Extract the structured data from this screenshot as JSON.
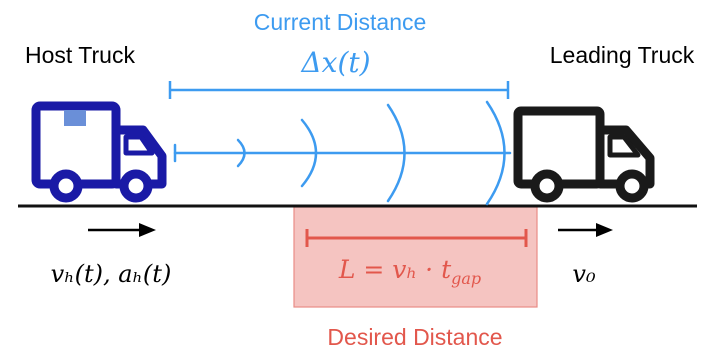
{
  "labels": {
    "host_truck": "Host Truck",
    "leading_truck": "Leading Truck",
    "current_distance": "Current Distance",
    "desired_distance": "Desired Distance"
  },
  "math": {
    "delta_x": "Δx(t)",
    "desired_formula": "L = vₕ · t",
    "gap_subscript": "gap",
    "host_state": "vₕ(t), aₕ(t)",
    "leading_speed": "v₀"
  },
  "colors": {
    "host_truck": "#1a1aa6",
    "host_truck_box": "#6a8fd8",
    "leading_truck": "#1a1a1a",
    "distance_blue": "#3d9bf0",
    "desired_fill": "#f5c4c1",
    "desired_border": "#e88c86",
    "desired_text": "#e2574c",
    "road": "#111111"
  },
  "icons": [
    "host-truck-icon",
    "leading-truck-icon",
    "arrow-right-icon",
    "signal-wave-icon"
  ]
}
